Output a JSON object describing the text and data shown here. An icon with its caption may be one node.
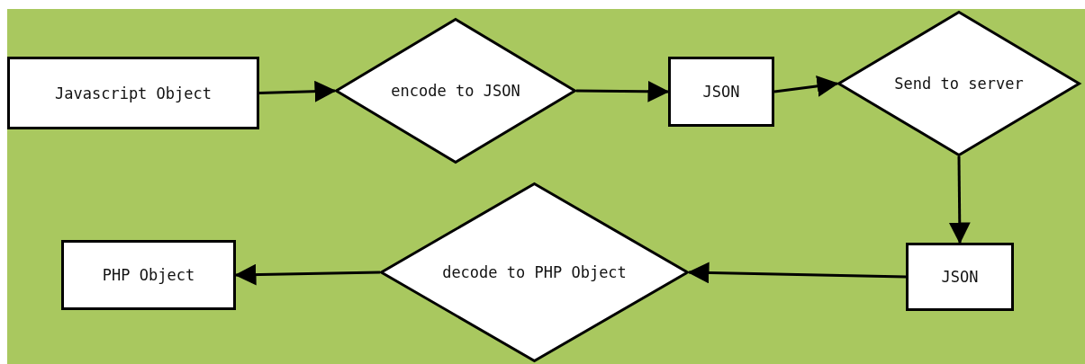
{
  "diagram": {
    "nodes": [
      {
        "text": [
          "Javascript Object"
        ]
      },
      {
        "text": [
          "encode to JSON"
        ]
      },
      {
        "text": [
          "JSON"
        ]
      },
      {
        "text": [
          "Send to server"
        ]
      },
      {
        "text": [
          "JSON"
        ]
      },
      {
        "text": [
          "decode to PHP Object"
        ]
      },
      {
        "text": [
          "PHP Object"
        ]
      }
    ],
    "edges": [
      {
        "from": 0,
        "to": 1,
        "arrow": "to"
      },
      {
        "from": 1,
        "to": 2,
        "arrow": "to"
      },
      {
        "from": 2,
        "to": 3,
        "arrow": "to"
      },
      {
        "from": 3,
        "to": 4,
        "arrow": "to"
      },
      {
        "from": 4,
        "to": 5,
        "arrow": "to"
      },
      {
        "from": 5,
        "to": 6,
        "arrow": "to"
      }
    ]
  }
}
